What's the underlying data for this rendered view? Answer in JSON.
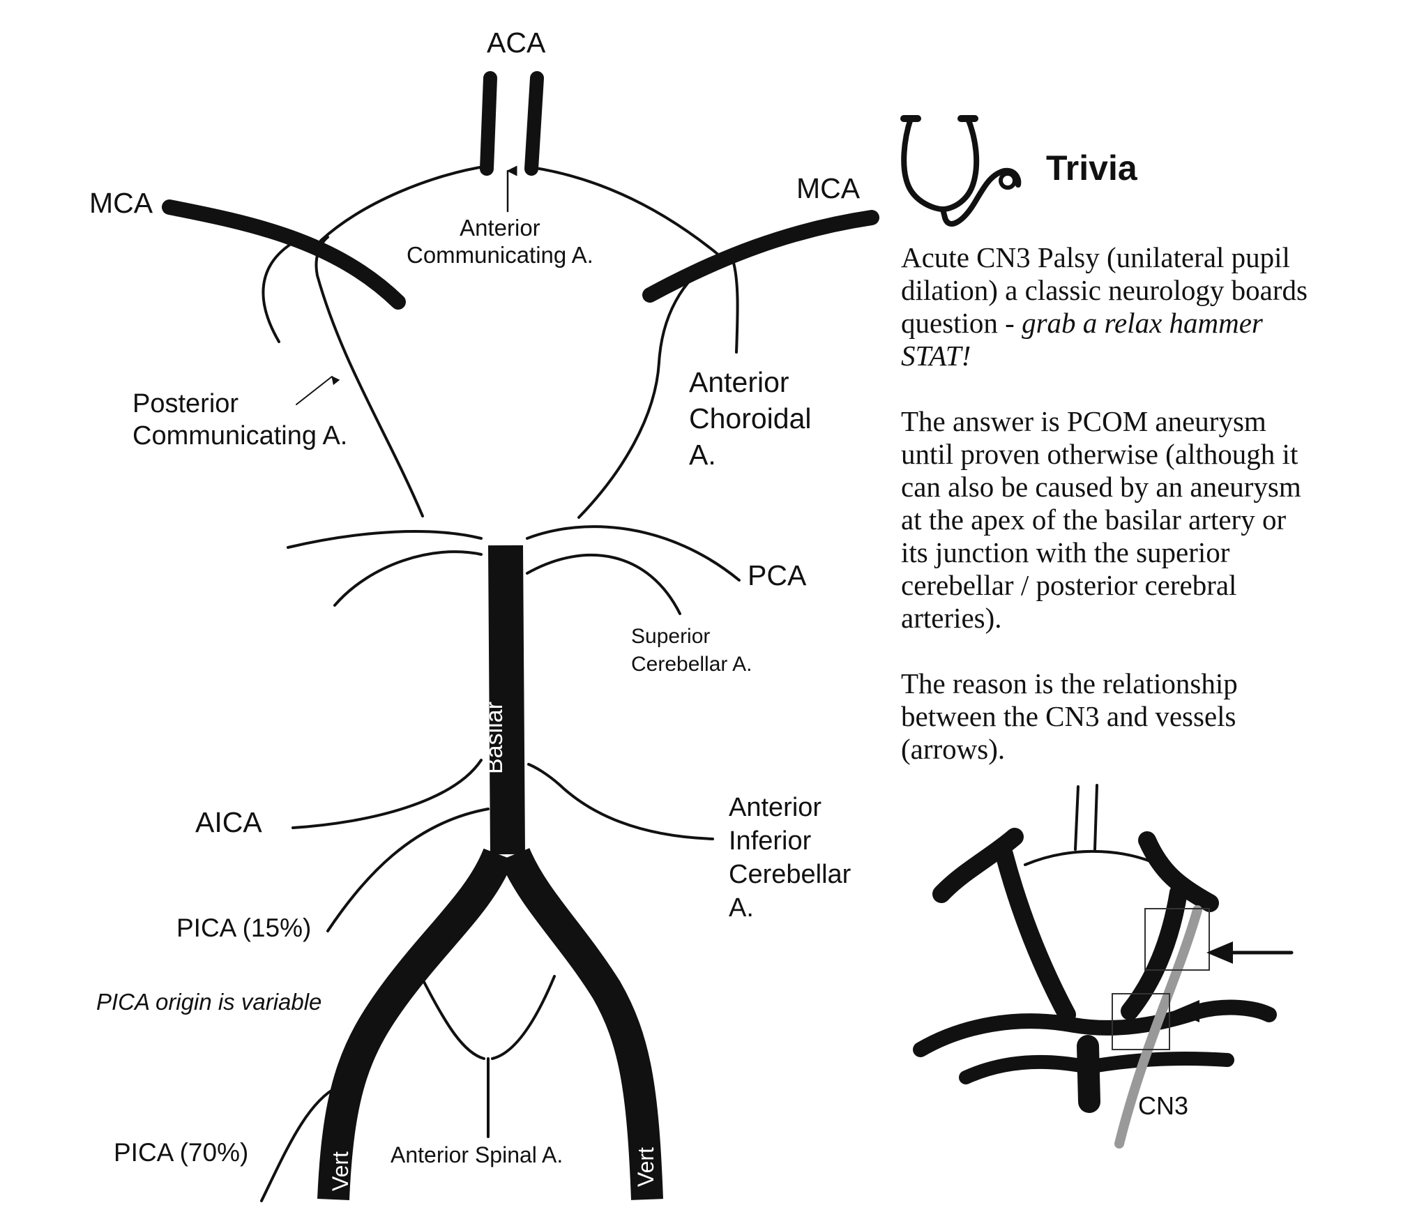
{
  "labels": {
    "aca": "ACA",
    "mca_left": "MCA",
    "mca_right": "MCA",
    "acom": "Anterior\nCommunicating A.",
    "pcom": "Posterior\nCommunicating A.",
    "ant_choroidal": "Anterior\nChoroidal\nA.",
    "pca": "PCA",
    "sca": "Superior\nCerebellar A.",
    "basilar": "Basilar",
    "aica_short": "AICA",
    "aica_long": "Anterior\nInferior\nCerebellar\nA.",
    "pica15": "PICA (15%)",
    "pica_note": "PICA origin is variable",
    "pica70": "PICA (70%)",
    "ant_spinal": "Anterior Spinal A.",
    "vert_left": "Vert",
    "vert_right": "Vert",
    "cn3": "CN3"
  },
  "trivia": {
    "icon": "stethoscope-icon",
    "title": "Trivia",
    "p1_main": "Acute CN3 Palsy (unilateral pupil dilation) a classic neurology boards question -",
    "p1_em": "grab a relax hammer STAT!",
    "p2": "The answer is PCOM aneurysm until proven otherwise (although it can also be caused by an aneurysm at the apex of the basilar artery or its junction with the superior cerebellar / posterior cerebral arteries).",
    "p3": "The reason is the relationship between the CN3 and vessels (arrows)."
  }
}
